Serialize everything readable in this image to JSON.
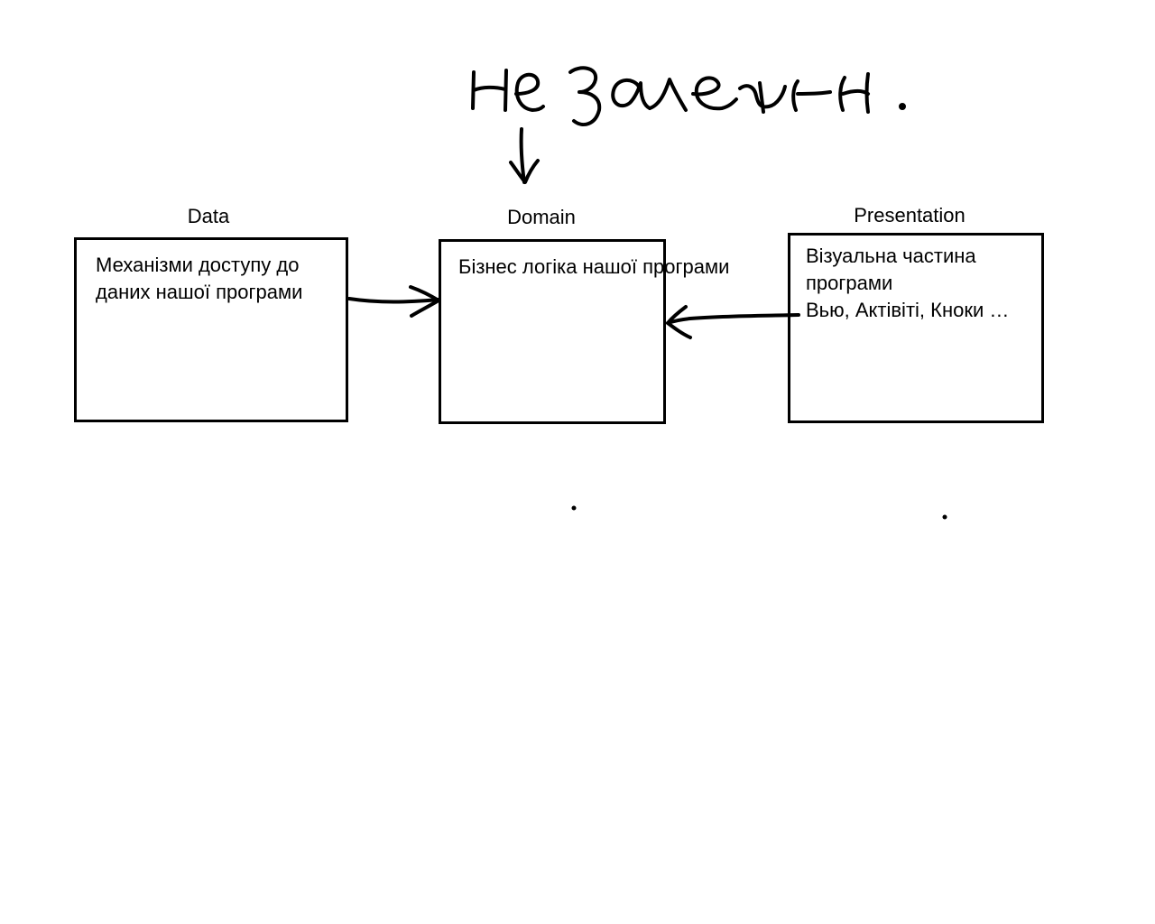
{
  "handwritten_note": "не залежн.",
  "layers": [
    {
      "id": "data",
      "title": "Data",
      "description": [
        "Механізми доступу до",
        "даних нашої програми"
      ]
    },
    {
      "id": "domain",
      "title": "Domain",
      "description": [
        "Бізнес логіка нашої програми"
      ]
    },
    {
      "id": "presentation",
      "title": "Presentation",
      "description": [
        "Візуальна частина",
        "програми",
        "Вью, Актівіті, Кноки …"
      ]
    }
  ],
  "colors": {
    "ink": "#000000",
    "background": "#ffffff"
  }
}
